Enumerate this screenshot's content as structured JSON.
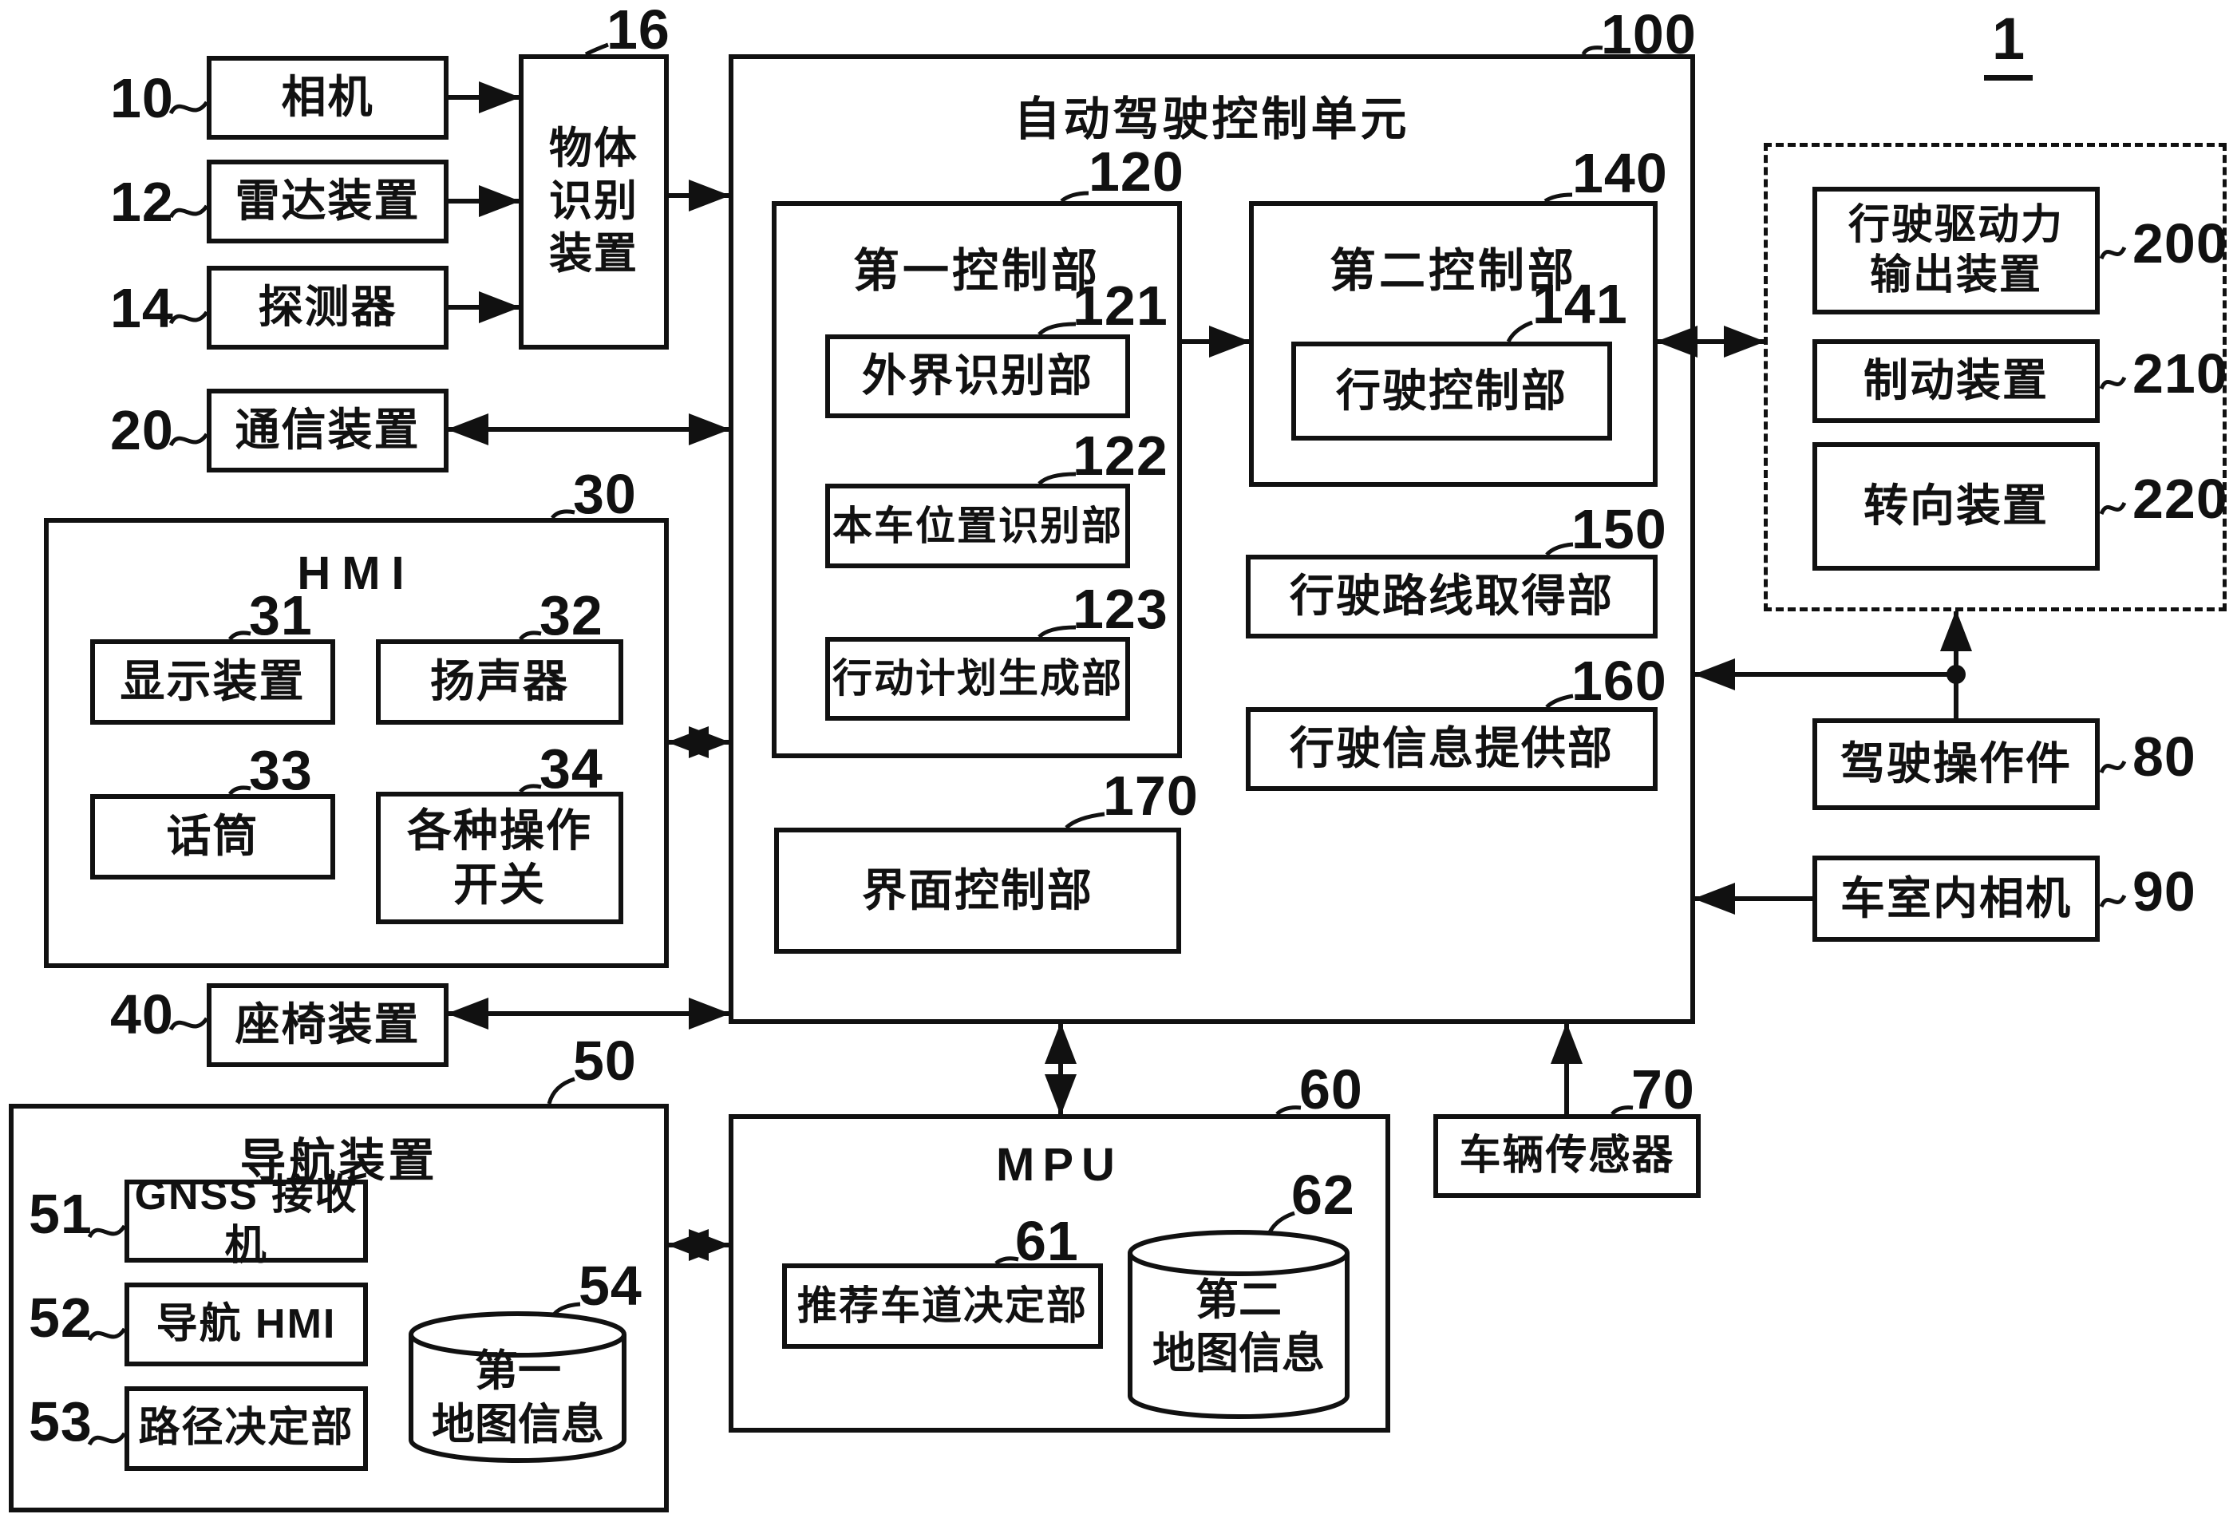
{
  "figure": {
    "sheet_ref": "1"
  },
  "style": {
    "ink": "#111111",
    "background": "#ffffff"
  },
  "boxes": {
    "camera": {
      "ref": "10",
      "label": "相机"
    },
    "radar": {
      "ref": "12",
      "label": "雷达装置"
    },
    "detector": {
      "ref": "14",
      "label": "探测器"
    },
    "object_recognition": {
      "ref": "16",
      "label": "物体\n识别\n装置"
    },
    "comm": {
      "ref": "20",
      "label": "通信装置"
    },
    "hmi": {
      "ref": "30",
      "label": "HMI"
    },
    "display": {
      "ref": "31",
      "label": "显示装置"
    },
    "speaker": {
      "ref": "32",
      "label": "扬声器"
    },
    "microphone": {
      "ref": "33",
      "label": "话筒"
    },
    "operation_switches": {
      "ref": "34",
      "label": "各种操作\n开关"
    },
    "seat": {
      "ref": "40",
      "label": "座椅装置"
    },
    "navigation": {
      "ref": "50",
      "label": "导航装置"
    },
    "gnss": {
      "ref": "51",
      "label": "GNSS 接收机"
    },
    "nav_hmi": {
      "ref": "52",
      "label": "导航 HMI"
    },
    "route_decision": {
      "ref": "53",
      "label": "路径决定部"
    },
    "first_map": {
      "ref": "54",
      "label": "第一\n地图信息"
    },
    "mpu": {
      "ref": "60",
      "label": "MPU"
    },
    "recommended_lane": {
      "ref": "61",
      "label": "推荐车道决定部"
    },
    "second_map": {
      "ref": "62",
      "label": "第二\n地图信息"
    },
    "vehicle_sensor": {
      "ref": "70",
      "label": "车辆传感器"
    },
    "driving_operator": {
      "ref": "80",
      "label": "驾驶操作件"
    },
    "cabin_camera": {
      "ref": "90",
      "label": "车室内相机"
    },
    "adcu": {
      "ref": "100",
      "label": "自动驾驶控制单元"
    },
    "first_control": {
      "ref": "120",
      "label": "第一控制部"
    },
    "external_recognition": {
      "ref": "121",
      "label": "外界识别部"
    },
    "own_position": {
      "ref": "122",
      "label": "本车位置识别部"
    },
    "action_plan": {
      "ref": "123",
      "label": "行动计划生成部"
    },
    "second_control": {
      "ref": "140",
      "label": "第二控制部"
    },
    "travel_control": {
      "ref": "141",
      "label": "行驶控制部"
    },
    "travel_route": {
      "ref": "150",
      "label": "行驶路线取得部"
    },
    "travel_info": {
      "ref": "160",
      "label": "行驶信息提供部"
    },
    "interface_control": {
      "ref": "170",
      "label": "界面控制部"
    },
    "drive_force_output": {
      "ref": "200",
      "label": "行驶驱动力\n输出装置"
    },
    "brake": {
      "ref": "210",
      "label": "制动装置"
    },
    "steering": {
      "ref": "220",
      "label": "转向装置"
    }
  },
  "connections": [
    {
      "from": "10",
      "to": "16",
      "type": "arrow"
    },
    {
      "from": "12",
      "to": "16",
      "type": "arrow"
    },
    {
      "from": "14",
      "to": "16",
      "type": "arrow"
    },
    {
      "from": "16",
      "to": "100",
      "type": "arrow"
    },
    {
      "from": "20",
      "to": "100",
      "type": "double-arrow"
    },
    {
      "from": "30",
      "to": "100",
      "type": "double-arrow"
    },
    {
      "from": "40",
      "to": "100",
      "type": "double-arrow"
    },
    {
      "from": "50",
      "to": "60",
      "type": "double-arrow"
    },
    {
      "from": "100",
      "to": "60",
      "type": "double-arrow"
    },
    {
      "from": "70",
      "to": "100",
      "type": "arrow"
    },
    {
      "from": "120",
      "to": "140",
      "type": "arrow"
    },
    {
      "from": "140",
      "to": "200-210-220",
      "type": "double-arrow"
    },
    {
      "from": "80",
      "to": "200-210-220",
      "type": "arrow-with-branch-to-100"
    },
    {
      "from": "90",
      "to": "100",
      "type": "arrow"
    }
  ]
}
